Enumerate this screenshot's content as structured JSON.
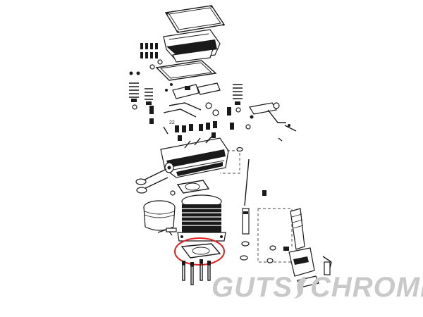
{
  "diagram": {
    "part_labels": [
      "22"
    ],
    "highlight_color": "#e02020",
    "highlighted_part": "cylinder-base-gasket"
  },
  "watermark": {
    "left_text": "GUTS",
    "right_text": "CHROME",
    "color": "#c9c9c9"
  }
}
